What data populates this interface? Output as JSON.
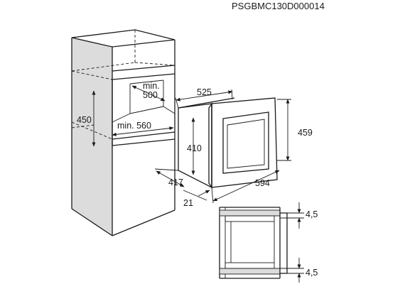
{
  "drawing_code": "PSGBMC130D000014",
  "dimensions": {
    "niche_depth": "min.\n500",
    "niche_depth_line1": "min.",
    "niche_depth_line2": "500",
    "niche_height": "450",
    "niche_width": "min. 560",
    "oven_depth": "525",
    "oven_front_height": "459",
    "oven_body_height": "410",
    "oven_side_depth": "417",
    "oven_width": "594",
    "front_offset": "21",
    "gap_top": "4,5",
    "gap_bottom": "4,5"
  }
}
